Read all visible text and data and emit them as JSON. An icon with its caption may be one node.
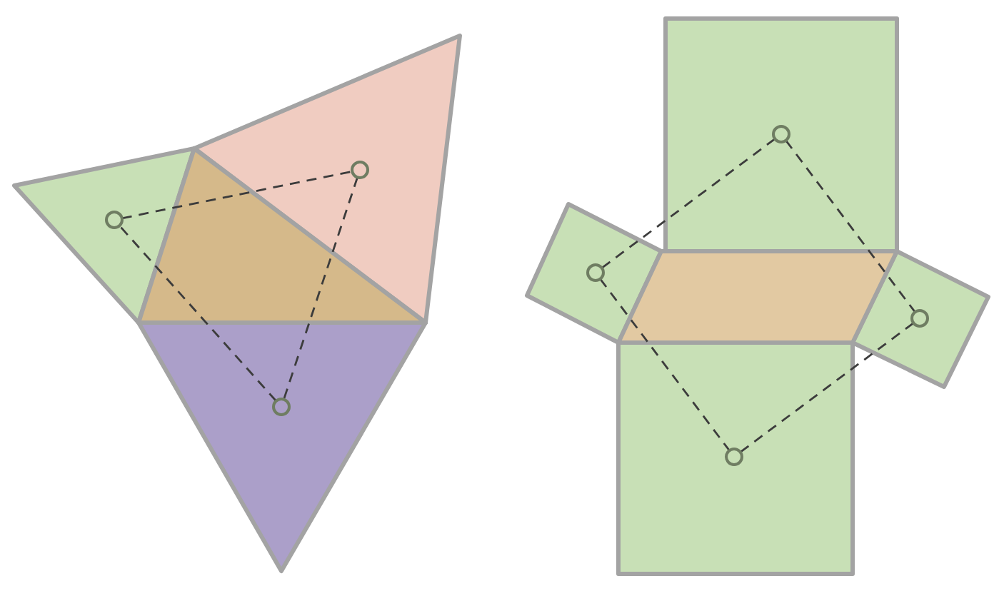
{
  "diagram": {
    "nodes": [
      {
        "text": [],
        "shape": "circle"
      },
      {
        "text": [],
        "shape": "circle"
      },
      {
        "text": [],
        "shape": "circle"
      },
      {
        "text": [],
        "shape": "circle"
      },
      {
        "text": [],
        "shape": "circle"
      },
      {
        "text": [],
        "shape": "circle"
      },
      {
        "text": [],
        "shape": "circle"
      }
    ],
    "edges": [
      {
        "from": 0,
        "to": 1,
        "arrow": "none",
        "style": "dashed"
      },
      {
        "from": 1,
        "to": 2,
        "arrow": "none",
        "style": "dashed"
      },
      {
        "from": 2,
        "to": 0,
        "arrow": "none",
        "style": "dashed"
      },
      {
        "from": 3,
        "to": 4,
        "arrow": "none",
        "style": "dashed"
      },
      {
        "from": 3,
        "to": 5,
        "arrow": "none",
        "style": "dashed"
      },
      {
        "from": 4,
        "to": 6,
        "arrow": "none",
        "style": "dashed"
      },
      {
        "from": 5,
        "to": 6,
        "arrow": "none",
        "style": "dashed"
      }
    ]
  }
}
